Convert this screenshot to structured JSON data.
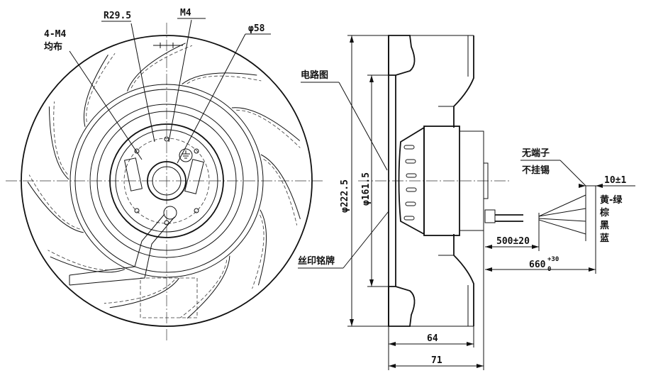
{
  "front_view": {
    "label_4m4": "4-M4",
    "label_junbu": "均布",
    "label_r295": "R29.5",
    "label_m4": "M4",
    "label_phi58": "φ58"
  },
  "side_view": {
    "label_circuit": "电路图",
    "label_nameplate": "丝印铭牌",
    "dim_phi2225": "φ222.5",
    "dim_phi1615": "φ161.5",
    "dim_64": "64",
    "dim_71": "71",
    "dim_500": "500±20",
    "dim_660": "660",
    "dim_660_tol_upper": "+30",
    "dim_660_tol_lower": "0",
    "dim_10": "10±1",
    "note_line1": "无端子",
    "note_line2": "不挂锡",
    "wire_yellow_green": "黄-绿",
    "wire_brown": "棕",
    "wire_black": "黑",
    "wire_blue": "蓝"
  }
}
